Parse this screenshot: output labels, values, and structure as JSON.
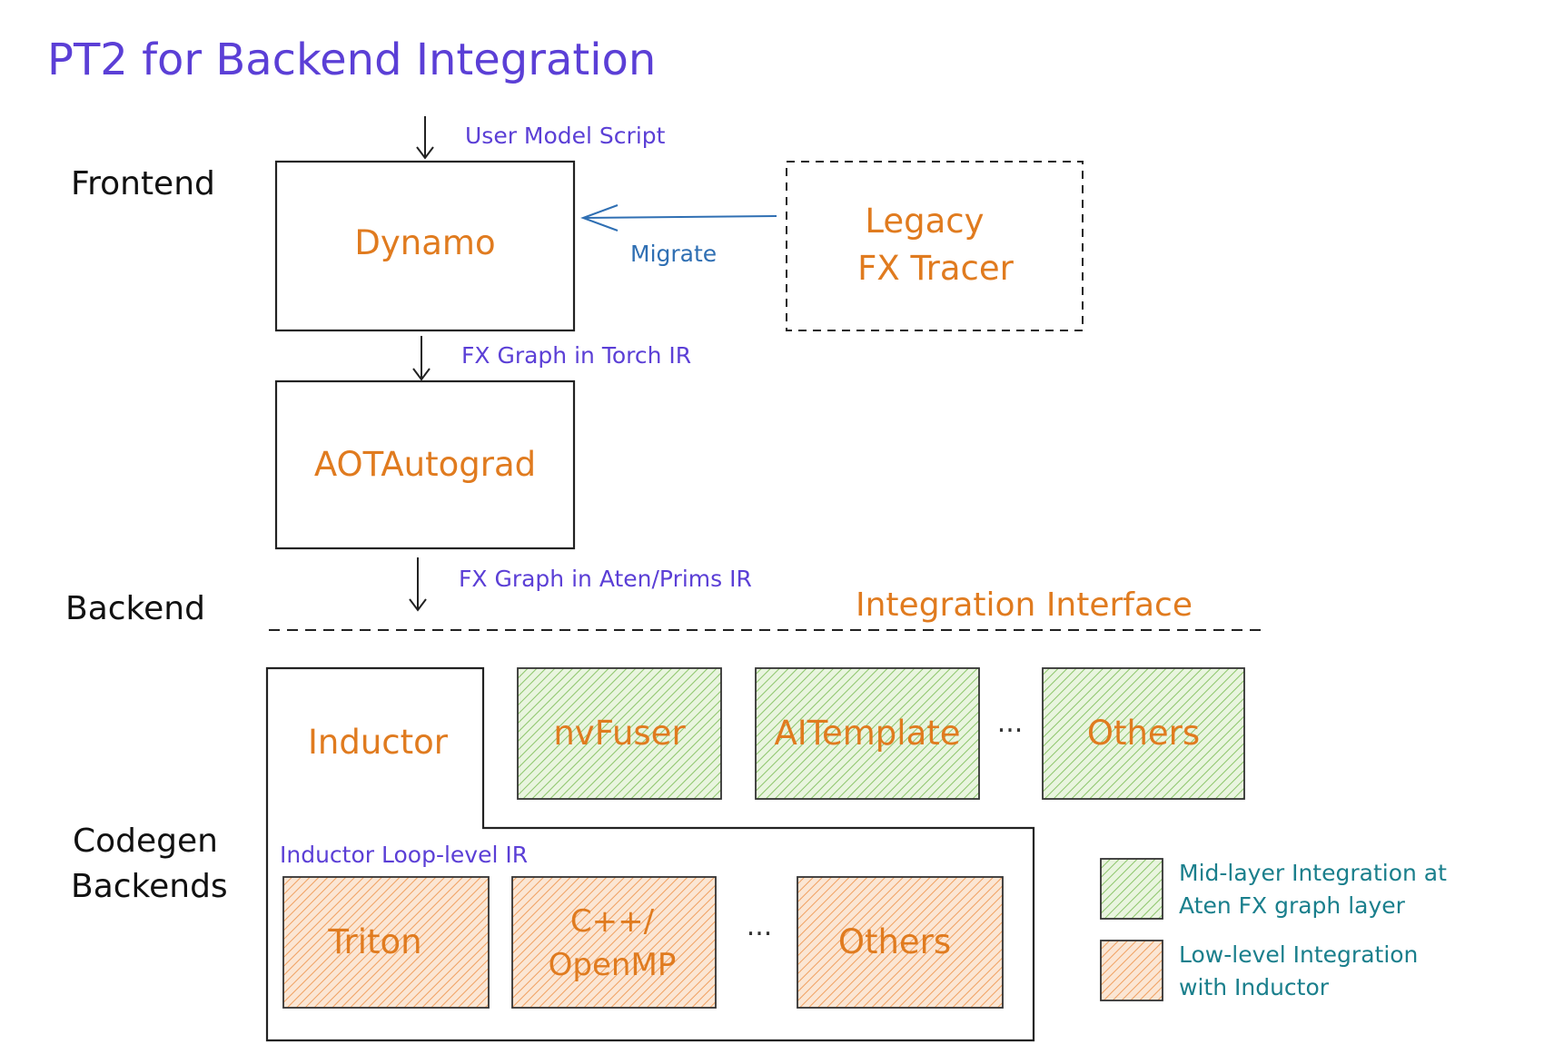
{
  "title": "PT2 for Backend Integration",
  "sections": {
    "frontend": "Frontend",
    "backend": "Backend",
    "codegen_line1": "Codegen",
    "codegen_line2": "Backends"
  },
  "edges": {
    "user_model_script": "User Model Script",
    "fx_torch_ir": "FX Graph in Torch IR",
    "fx_aten_ir": "FX Graph in Aten/Prims IR",
    "migrate": "Migrate",
    "inductor_loop_ir": "Inductor Loop-level IR"
  },
  "nodes": {
    "dynamo": "Dynamo",
    "legacy_line1": "Legacy",
    "legacy_line2": "FX Tracer",
    "aotautograd": "AOTAutograd",
    "inductor": "Inductor",
    "nvfuser": "nvFuser",
    "aitemplate": "AITemplate",
    "others_mid": "Others",
    "triton": "Triton",
    "cpp_line1": "C++/",
    "cpp_line2": "OpenMP",
    "others_low": "Others"
  },
  "ellipsis": "...",
  "integration_interface": "Integration Interface",
  "legend": {
    "mid_line1": "Mid-layer Integration at",
    "mid_line2": "Aten FX graph layer",
    "low_line1": "Low-level Integration",
    "low_line2": "with Inductor"
  },
  "colors": {
    "title": "#5b3fd6",
    "node_text": "#e07b1f",
    "migrate": "#2f6fb3",
    "legend_text": "#1a7f8c",
    "mid_hatch": "#8cc56a",
    "low_hatch": "#f0a060"
  }
}
